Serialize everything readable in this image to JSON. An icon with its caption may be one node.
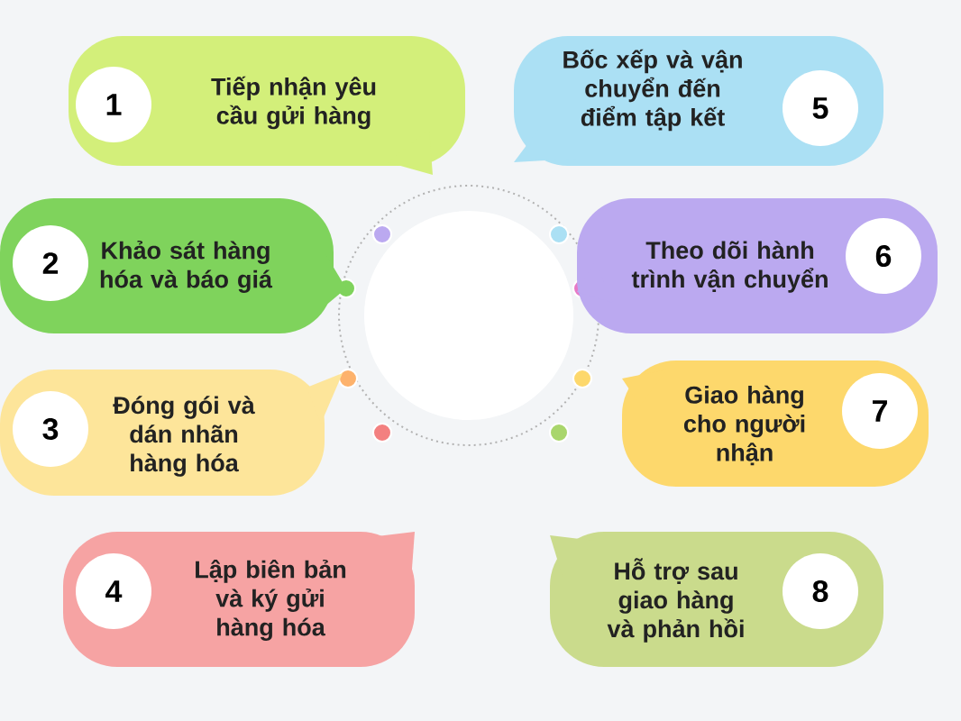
{
  "diagram": {
    "nodes": [
      {
        "text": [
          "1",
          "Tiếp nhận yêu cầu gửi hàng"
        ]
      },
      {
        "text": [
          "2",
          "Khảo sát hàng hóa và báo giá"
        ]
      },
      {
        "text": [
          "3",
          "Đóng gói và dán nhãn hàng hóa"
        ]
      },
      {
        "text": [
          "4",
          "Lập biên bản và ký gửi hàng hóa"
        ]
      },
      {
        "text": [
          "Bốc xếp và vận chuyển đến điểm tập kết",
          "5"
        ]
      },
      {
        "text": [
          "Theo dõi hành trình vận chuyển",
          "6"
        ]
      },
      {
        "text": [
          "Giao hàng cho người nhận",
          "7"
        ]
      },
      {
        "text": [
          "Hỗ trợ sau giao hàng và phản hồi",
          "8"
        ]
      }
    ]
  }
}
